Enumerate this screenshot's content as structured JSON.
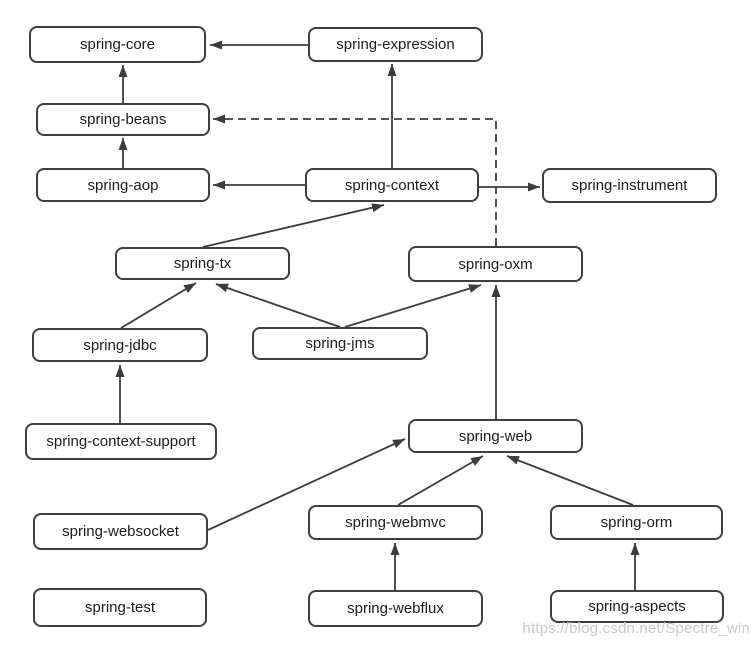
{
  "diagram": {
    "kind": "spring-framework-module-dependency-diagram",
    "colors": {
      "background": "#ffffff",
      "box_fill": "#ffffff",
      "box_border": "#3f3f3f",
      "line": "#3c3c3c",
      "text": "#1c1c1c",
      "watermark": "#c9c9c9"
    },
    "nodes": [
      {
        "id": "spring-core",
        "label": "spring-core"
      },
      {
        "id": "spring-expression",
        "label": "spring-expression"
      },
      {
        "id": "spring-beans",
        "label": "spring-beans"
      },
      {
        "id": "spring-aop",
        "label": "spring-aop"
      },
      {
        "id": "spring-context",
        "label": "spring-context"
      },
      {
        "id": "spring-instrument",
        "label": "spring-instrument"
      },
      {
        "id": "spring-tx",
        "label": "spring-tx"
      },
      {
        "id": "spring-oxm",
        "label": "spring-oxm"
      },
      {
        "id": "spring-jdbc",
        "label": "spring-jdbc"
      },
      {
        "id": "spring-jms",
        "label": "spring-jms"
      },
      {
        "id": "spring-context-support",
        "label": "spring-context-support"
      },
      {
        "id": "spring-web",
        "label": "spring-web"
      },
      {
        "id": "spring-websocket",
        "label": "spring-websocket"
      },
      {
        "id": "spring-webmvc",
        "label": "spring-webmvc"
      },
      {
        "id": "spring-orm",
        "label": "spring-orm"
      },
      {
        "id": "spring-test",
        "label": "spring-test"
      },
      {
        "id": "spring-webflux",
        "label": "spring-webflux"
      },
      {
        "id": "spring-aspects",
        "label": "spring-aspects"
      }
    ],
    "edges": [
      {
        "from": "spring-expression",
        "to": "spring-core",
        "style": "solid"
      },
      {
        "from": "spring-beans",
        "to": "spring-core",
        "style": "solid"
      },
      {
        "from": "spring-aop",
        "to": "spring-beans",
        "style": "solid"
      },
      {
        "from": "spring-context",
        "to": "spring-aop",
        "style": "solid"
      },
      {
        "from": "spring-context",
        "to": "spring-expression",
        "style": "solid"
      },
      {
        "from": "spring-context",
        "to": "spring-instrument",
        "style": "solid"
      },
      {
        "from": "spring-oxm",
        "to": "spring-beans",
        "style": "dashed"
      },
      {
        "from": "spring-tx",
        "to": "spring-context",
        "style": "solid"
      },
      {
        "from": "spring-jdbc",
        "to": "spring-tx",
        "style": "solid"
      },
      {
        "from": "spring-jms",
        "to": "spring-tx",
        "style": "solid"
      },
      {
        "from": "spring-jms",
        "to": "spring-oxm",
        "style": "solid"
      },
      {
        "from": "spring-web",
        "to": "spring-oxm",
        "style": "solid"
      },
      {
        "from": "spring-context-support",
        "to": "spring-jdbc",
        "style": "solid"
      },
      {
        "from": "spring-websocket",
        "to": "spring-web",
        "style": "solid"
      },
      {
        "from": "spring-webmvc",
        "to": "spring-web",
        "style": "solid"
      },
      {
        "from": "spring-orm",
        "to": "spring-web",
        "style": "solid"
      },
      {
        "from": "spring-webflux",
        "to": "spring-webmvc",
        "style": "solid"
      },
      {
        "from": "spring-aspects",
        "to": "spring-orm",
        "style": "solid"
      }
    ],
    "watermark": "https://blog.csdn.net/Spectre_win"
  }
}
